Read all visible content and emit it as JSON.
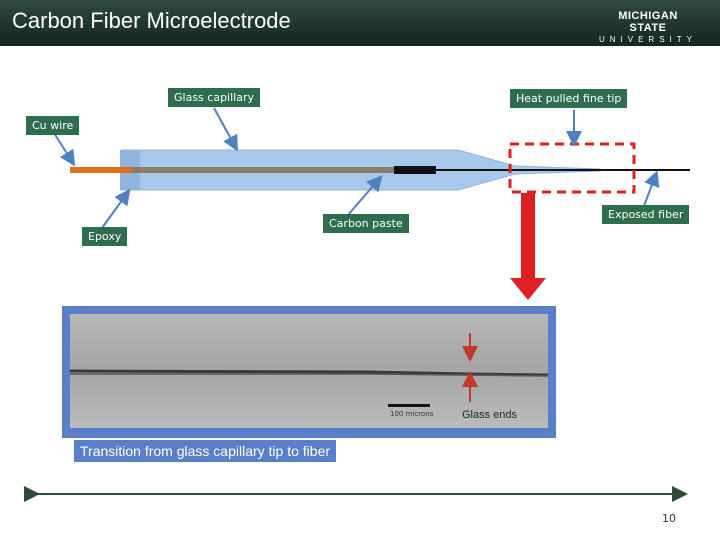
{
  "header": {
    "title": "Carbon Fiber Microelectrode",
    "logo_line1": "MICHIGAN STATE",
    "logo_line2": "UNIVERSITY"
  },
  "labels": {
    "glass_capillary": "Glass capillary",
    "heat_pulled": "Heat pulled fine tip",
    "cu_wire": "Cu wire",
    "epoxy": "Epoxy",
    "carbon_paste": "Carbon paste",
    "exposed_fiber": "Exposed fiber"
  },
  "photo": {
    "scale_text": "100 microns",
    "glass_ends": "Glass ends",
    "caption": "Transition from glass capillary tip to fiber"
  },
  "footer": {
    "page_number": "10"
  },
  "colors": {
    "header_bg": "#1e3a30",
    "label_bg": "#2e6d4e",
    "photo_frame": "#5a7fc9",
    "highlight_red": "#e02020",
    "capillary_blue": "#9fc3e9",
    "wire_orange": "#e07020"
  }
}
